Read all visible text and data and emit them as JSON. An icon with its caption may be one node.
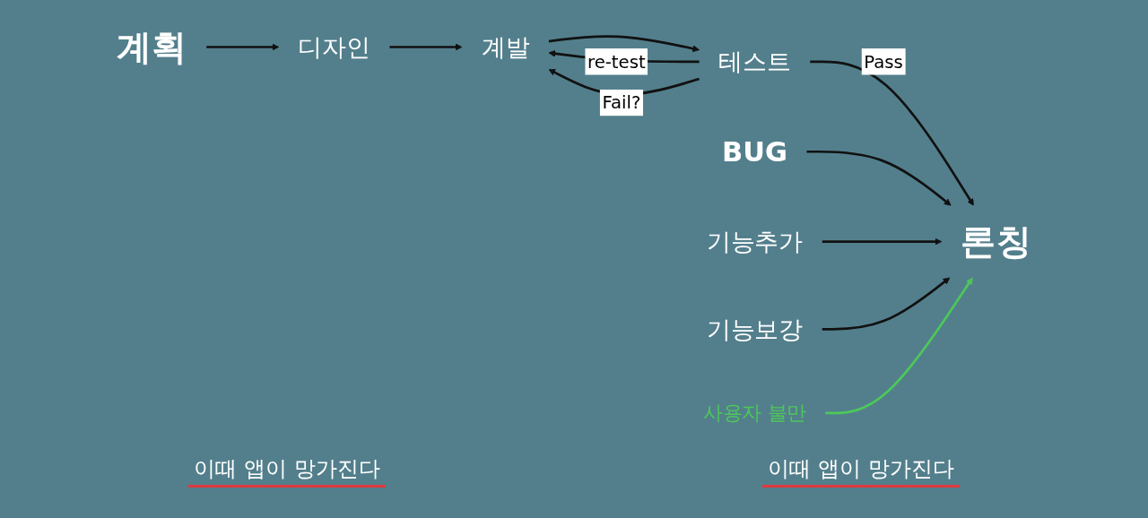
{
  "diagram": {
    "nodes": [
      {
        "text": [
          "계획"
        ]
      },
      {
        "text": [
          "디자인"
        ]
      },
      {
        "text": [
          "계발"
        ]
      },
      {
        "text": [
          "테스트"
        ]
      },
      {
        "text": [
          "론칭"
        ]
      },
      {
        "text": [
          "BUG"
        ]
      },
      {
        "text": [
          "기능추가"
        ]
      },
      {
        "text": [
          "기능보강"
        ]
      },
      {
        "text": [
          "사용자 불만"
        ]
      }
    ],
    "edges": [
      {
        "from": 0,
        "to": 1,
        "arrow": "to"
      },
      {
        "from": 1,
        "to": 2,
        "arrow": "to"
      },
      {
        "from": 2,
        "to": 3,
        "arrow": "to"
      },
      {
        "from": 3,
        "to": 4,
        "arrow": "to",
        "label": "Pass"
      },
      {
        "from": 3,
        "to": 2,
        "arrow": "to",
        "label": "re-test"
      },
      {
        "from": 3,
        "to": 2,
        "arrow": "to",
        "label": "Fail?"
      },
      {
        "from": 5,
        "to": 4,
        "arrow": "to"
      },
      {
        "from": 6,
        "to": 4,
        "arrow": "to"
      },
      {
        "from": 7,
        "to": 4,
        "arrow": "to"
      },
      {
        "from": 8,
        "to": 4,
        "arrow": "to",
        "color": "#4cc85a"
      }
    ],
    "labels": [
      "이때 앱이 망가진다",
      "이때 앱이 망가진다"
    ]
  }
}
